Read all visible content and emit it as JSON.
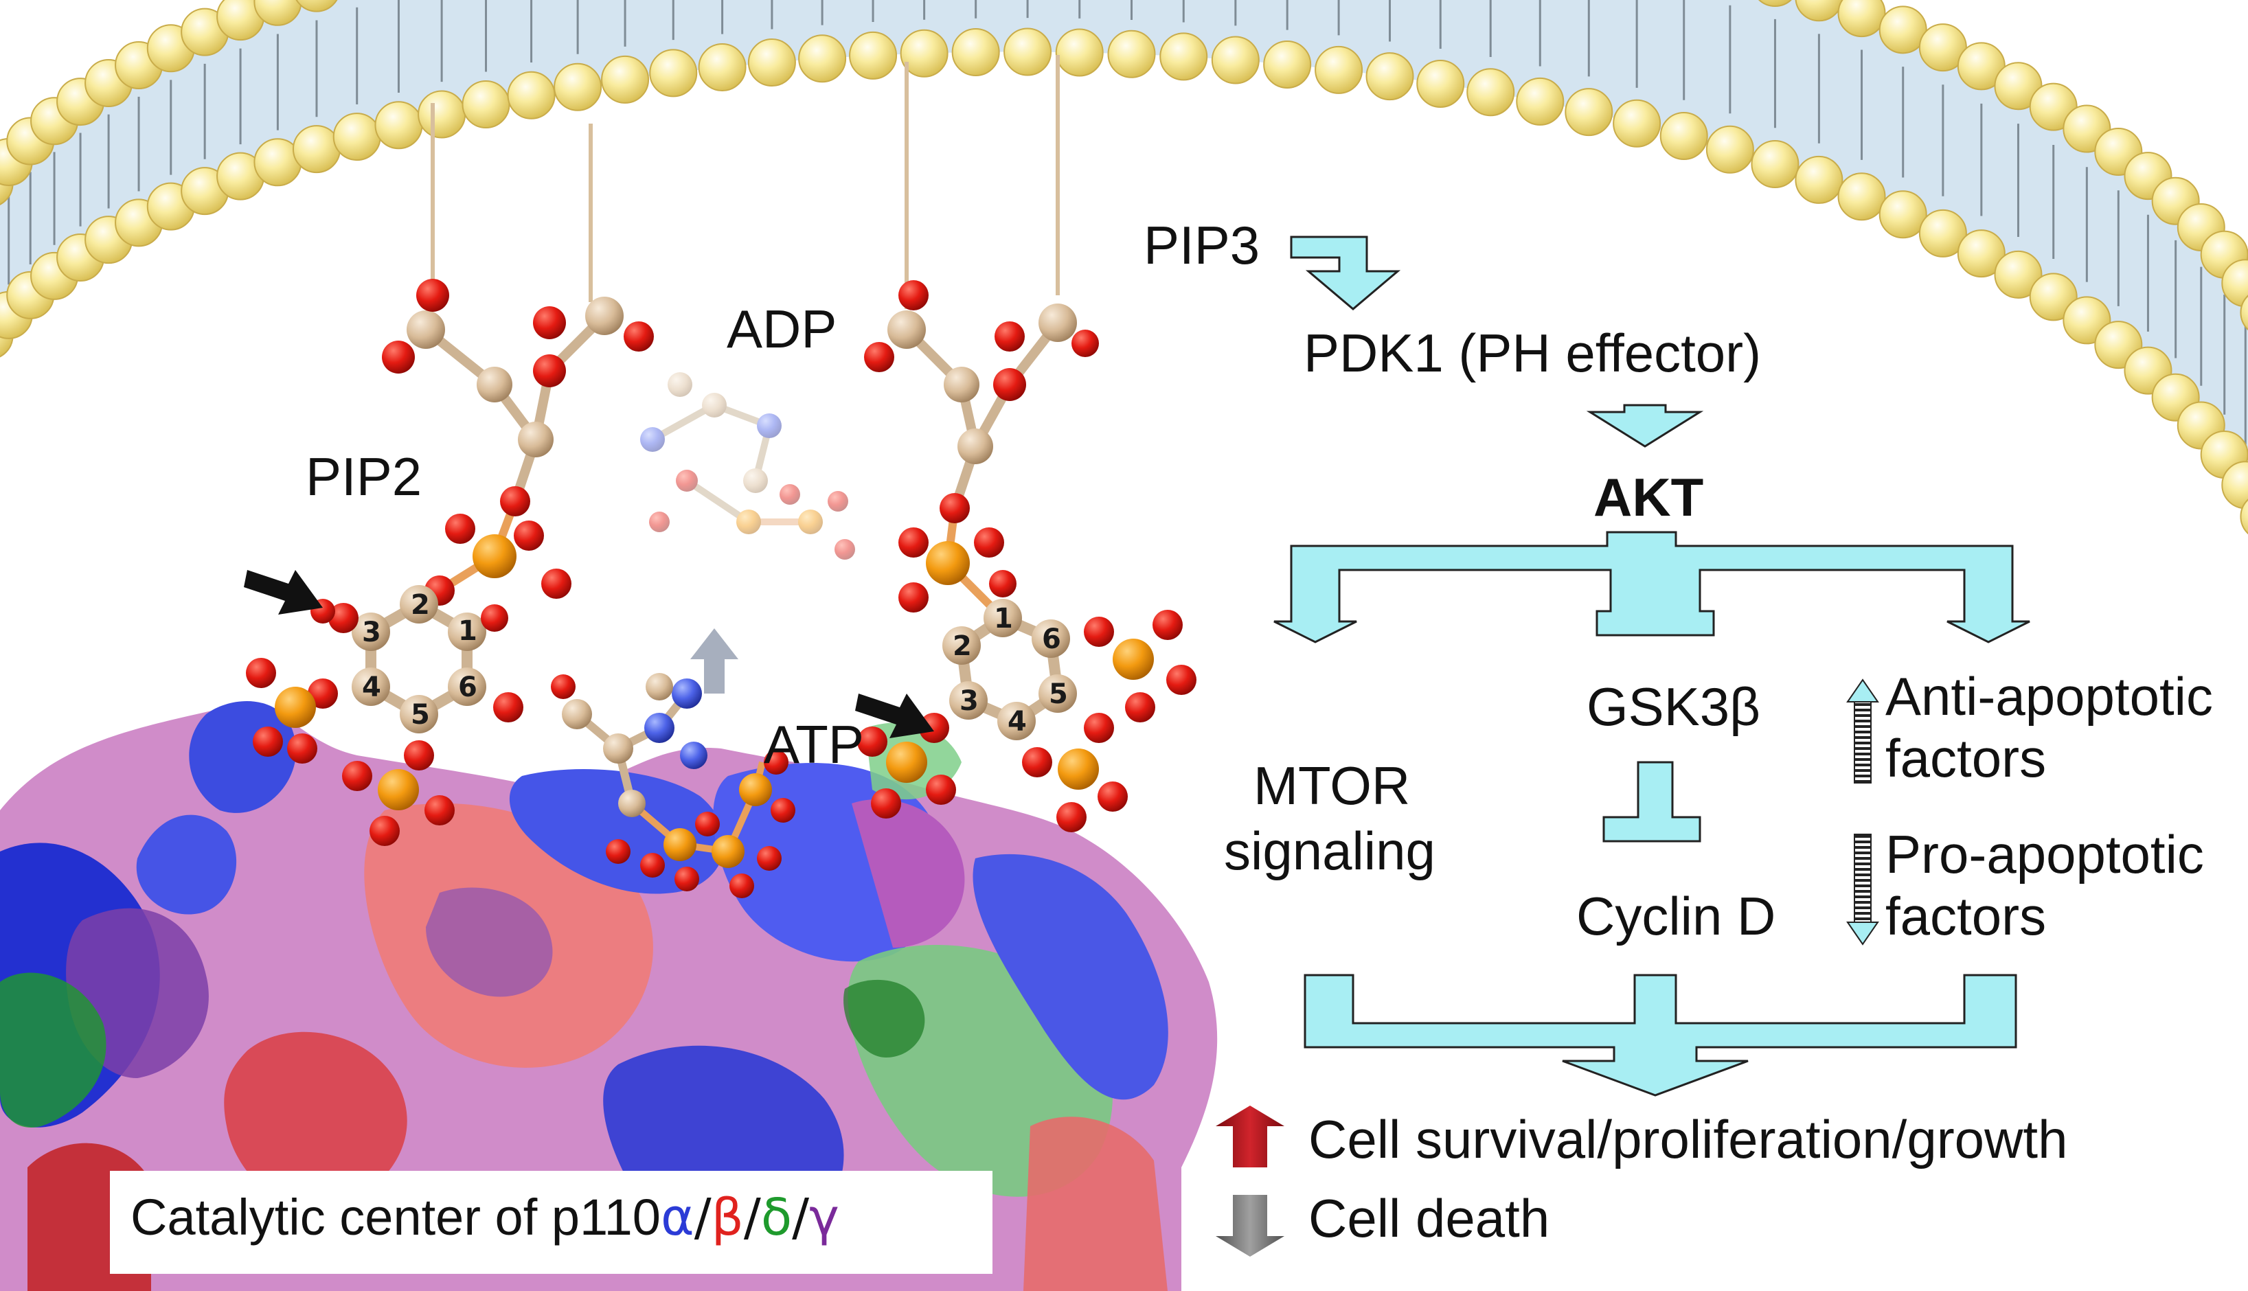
{
  "molecules": {
    "pip2": "PIP2",
    "adp": "ADP",
    "atp": "ATP",
    "ring_positions": [
      "1",
      "2",
      "3",
      "4",
      "5",
      "6"
    ]
  },
  "pathway": {
    "pip3": "PIP3",
    "pdk1": "PDK1 (PH effector)",
    "akt": "AKT",
    "mtor_line1": "MTOR",
    "mtor_line2": "signaling",
    "gsk3b": "GSK3β",
    "cyclin_d": "Cyclin D",
    "anti_apoptotic_line1": "Anti-apoptotic",
    "anti_apoptotic_line2": "factors",
    "pro_apoptotic_line1": "Pro-apoptotic",
    "pro_apoptotic_line2": "factors"
  },
  "legend": {
    "survival": "Cell survival/proliferation/growth",
    "death": "Cell death"
  },
  "caption": {
    "prefix": "Catalytic center of p110",
    "alpha": "α",
    "beta": "β",
    "delta": "δ",
    "gamma": "γ",
    "sep": "/"
  },
  "colors": {
    "membrane_head": "#f6e79a",
    "membrane_band": "#cfe1ee",
    "arrow_fill": "#a8eef3",
    "alpha": "#2b3bd6",
    "beta": "#e0221e",
    "delta": "#1e9a2c",
    "gamma": "#7a2a9a",
    "up_arrow": "#b3121a",
    "down_arrow": "#808080"
  }
}
